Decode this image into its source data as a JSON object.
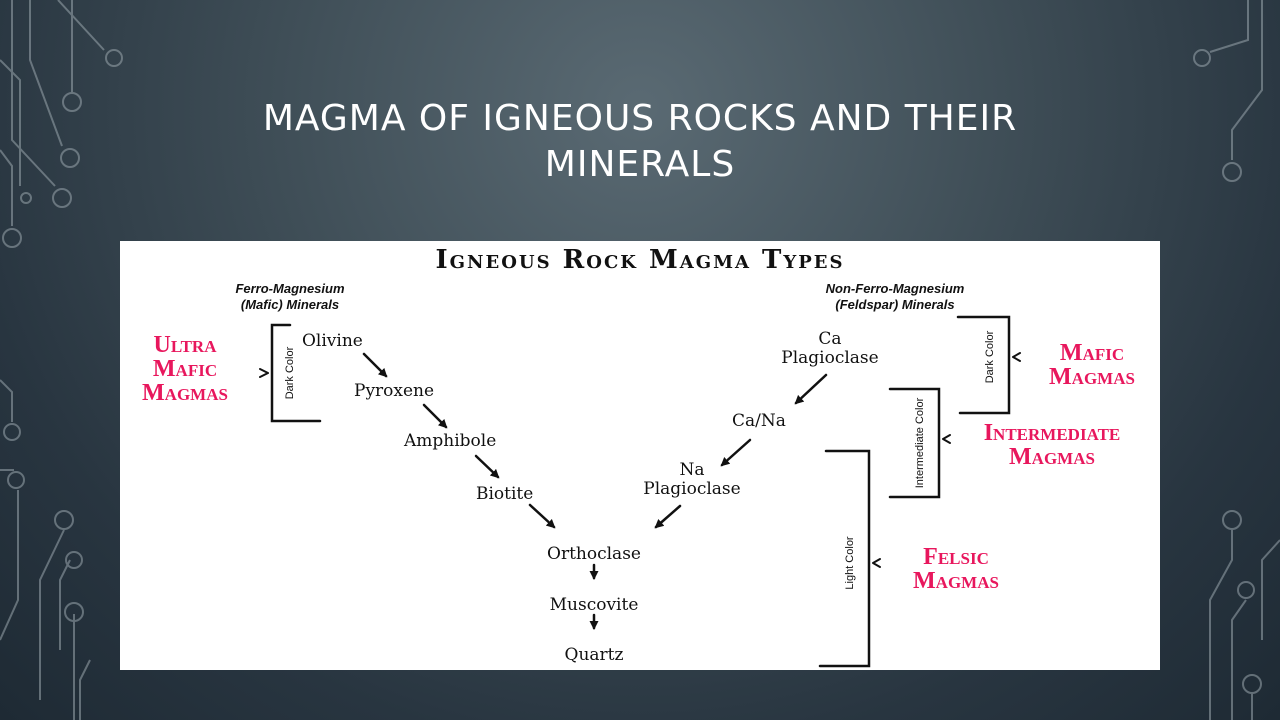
{
  "slide": {
    "title": "MAGMA OF IGNEOUS ROCKS AND THEIR MINERALS"
  },
  "diagram": {
    "title": "Igneous Rock Magma Types",
    "left_group": [
      "Ferro-Magnesium",
      "(Mafic) Minerals"
    ],
    "right_group": [
      "Non-Ferro-Magnesium",
      "(Feldspar) Minerals"
    ],
    "ferromagnesian_series": [
      "Olivine",
      "Pyroxene",
      "Amphibole",
      "Biotite"
    ],
    "plagioclase_series": [
      [
        "Ca",
        "Plagioclase"
      ],
      [
        "Ca/Na"
      ],
      [
        "Na",
        "Plagioclase"
      ]
    ],
    "final_series": [
      "Orthoclase",
      "Muscovite",
      "Quartz"
    ],
    "color_labels": {
      "dark_left": "Dark Color",
      "dark_right": "Dark Color",
      "intermediate": "Intermediate Color",
      "light": "Light Color"
    },
    "magma_types": {
      "ultramafic": [
        "Ultra",
        "Mafic",
        "Magmas"
      ],
      "mafic": [
        "Mafic",
        "Magmas"
      ],
      "intermediate": [
        "Intermediate",
        "Magmas"
      ],
      "felsic": [
        "Felsic",
        "Magmas"
      ]
    }
  },
  "colors": {
    "background": "#3f4e57",
    "title_text": "#ffffff",
    "magma_label": "#e8175d",
    "diagram_bg": "#ffffff",
    "ink": "#111111"
  }
}
